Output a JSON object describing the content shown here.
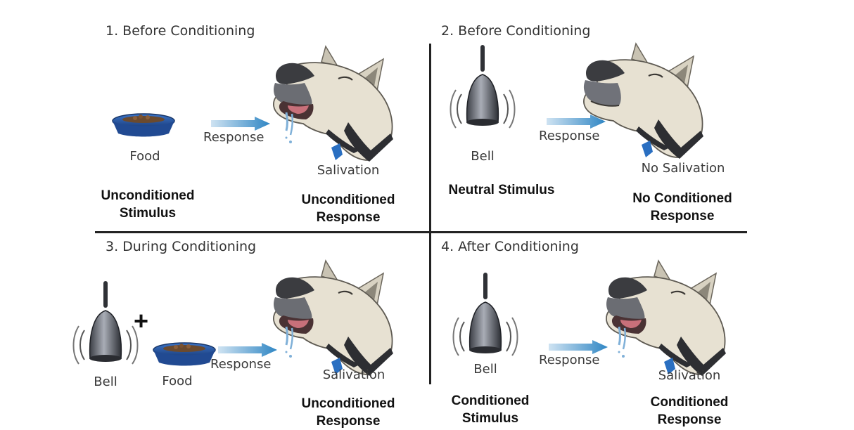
{
  "panels": [
    {
      "title": "1. Before Conditioning",
      "stimulus_label": "Food",
      "arrow_label": "Response",
      "dog_label": "Salivation",
      "stimulus_type": [
        "Unconditioned",
        "Stimulus"
      ],
      "response_type": [
        "Unconditioned",
        "Response"
      ]
    },
    {
      "title": "2. Before Conditioning",
      "stimulus_label": "Bell",
      "arrow_label": "Response",
      "dog_label": "No Salivation",
      "stimulus_type": [
        "Neutral Stimulus"
      ],
      "response_type": [
        "No Conditioned",
        "Response"
      ]
    },
    {
      "title": "3. During Conditioning",
      "bell_label": "Bell",
      "plus": "+",
      "food_label": "Food",
      "arrow_label": "Response",
      "dog_label": "Salivation",
      "response_type": [
        "Unconditioned",
        "Response"
      ]
    },
    {
      "title": "4. After Conditioning",
      "stimulus_label": "Bell",
      "arrow_label": "Response",
      "dog_label": "Salivation",
      "stimulus_type": [
        "Conditioned",
        "Stimulus"
      ],
      "response_type": [
        "Conditioned",
        "Response"
      ]
    }
  ],
  "icons": {
    "dog": "dog-head-icon",
    "bell": "bell-icon",
    "bowl": "food-bowl-icon",
    "arrow": "right-arrow-icon"
  },
  "colors": {
    "arrow": "#3d8fc4",
    "bowl": "#2f62b5",
    "collar_tag": "#2a6fc1",
    "drool": "#7fb0d8",
    "divider": "#222222"
  }
}
